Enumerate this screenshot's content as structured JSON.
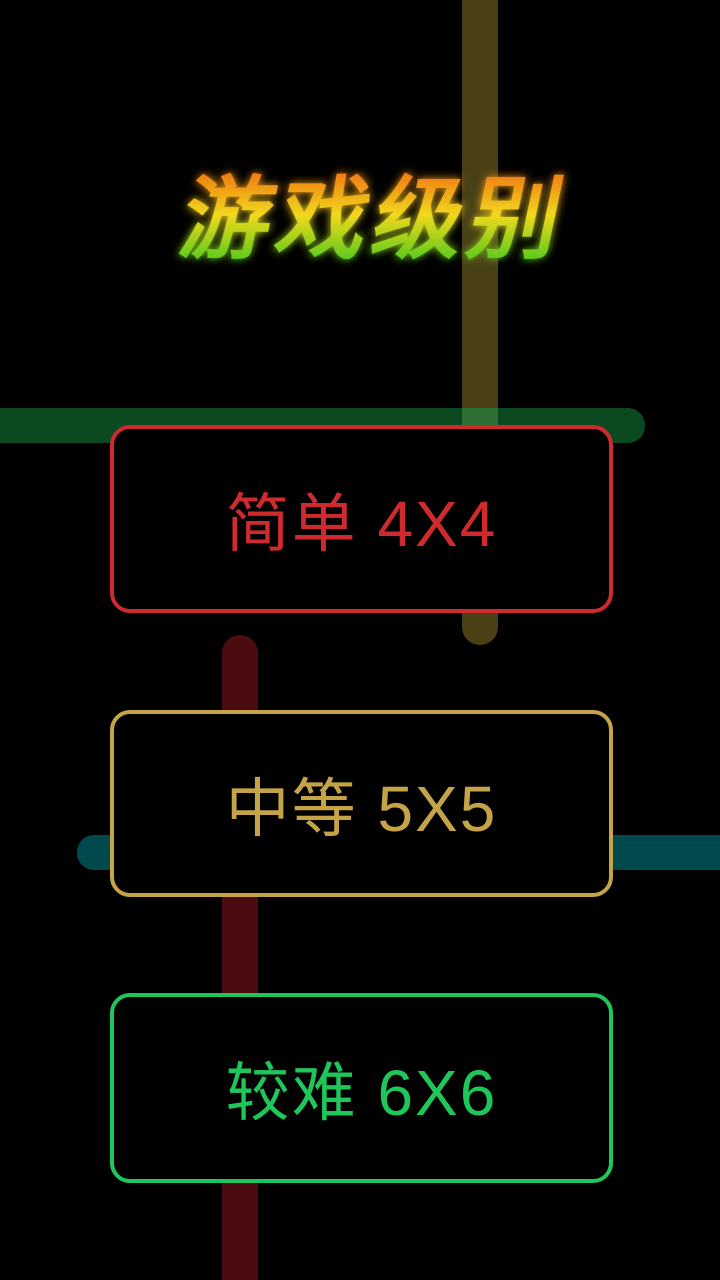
{
  "screen": {
    "background": "#000000"
  },
  "title": {
    "text": "游戏级别",
    "gradient_top": "#f07410",
    "gradient_middle": "#f2d81e",
    "gradient_bottom": "#38c81c"
  },
  "buttons": [
    {
      "label": "简单 4X4",
      "color": "#cf2a2e"
    },
    {
      "label": "中等 5X5",
      "color": "#c5a448"
    },
    {
      "label": "较难 6X6",
      "color": "#1fc75a"
    }
  ],
  "pipes": {
    "olive_vertical": "#494016",
    "green_horizontal": "#0b4a21",
    "olive_green_overlap": "#2c6e33",
    "maroon_vertical": "#4c0b10",
    "teal_horizontal": "#00494d"
  }
}
